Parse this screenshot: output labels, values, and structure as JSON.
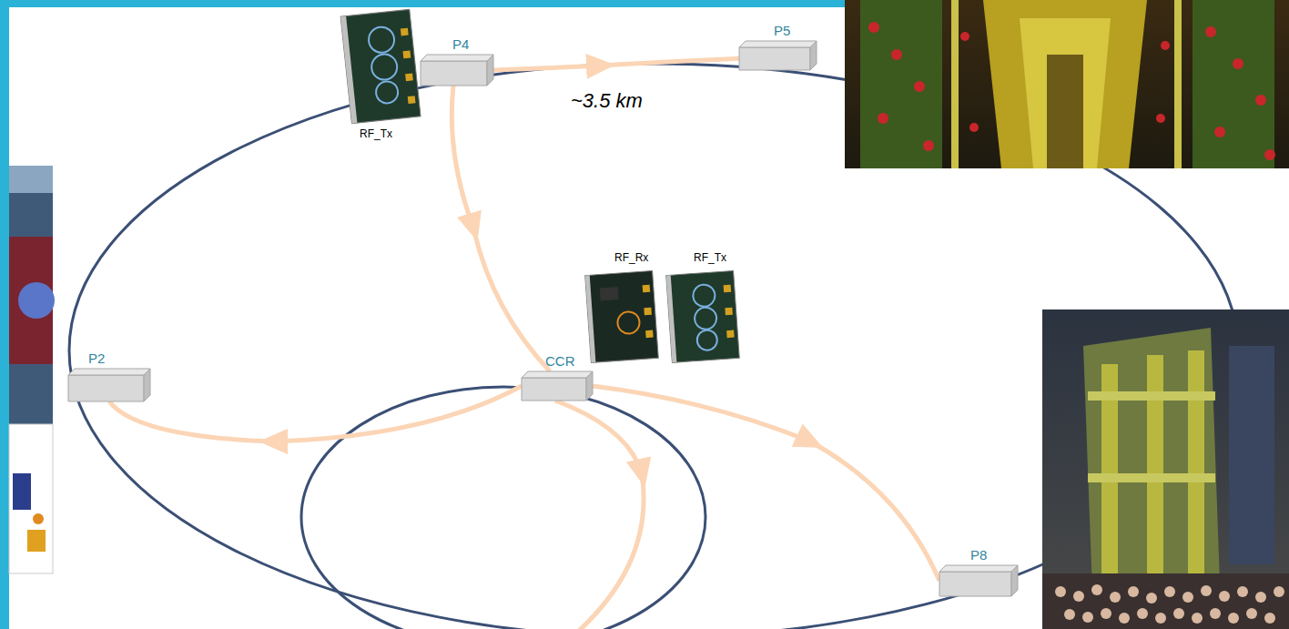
{
  "diagram": {
    "nodes": [
      {
        "text": [
          "P4"
        ]
      },
      {
        "text": [
          "P5"
        ]
      },
      {
        "text": [
          "P2"
        ]
      },
      {
        "text": [
          "CCR"
        ]
      },
      {
        "text": [
          "P8"
        ]
      }
    ],
    "edges": [
      {
        "from": 0,
        "to": 1,
        "label": "~3.5 km",
        "arrow": "to"
      },
      {
        "from": 0,
        "to": 3,
        "arrow": "to"
      },
      {
        "from": 3,
        "to": 2,
        "arrow": "to"
      },
      {
        "from": 3,
        "to": 4,
        "arrow": "to"
      }
    ],
    "labels": [
      "RF_Tx",
      "RF_Rx",
      "RF_Tx"
    ]
  }
}
